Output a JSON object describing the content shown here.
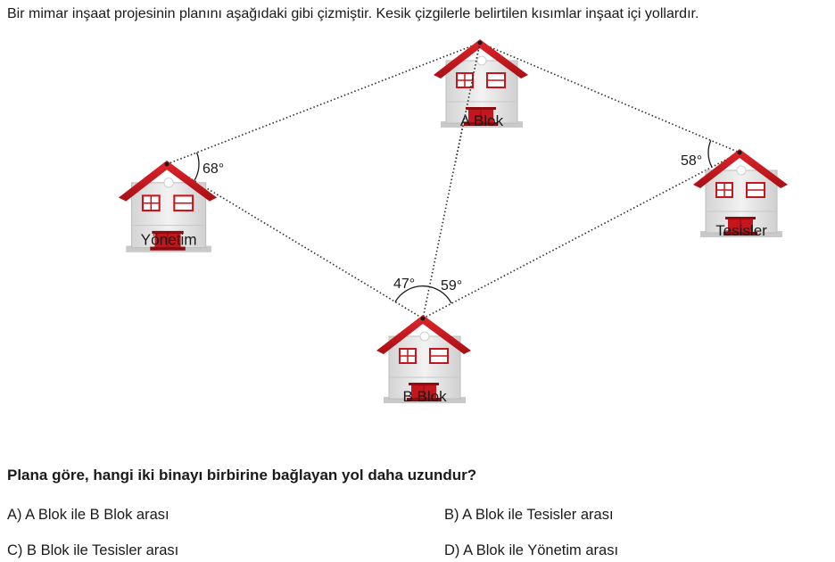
{
  "intro": "Bir mimar inşaat projesinin planını aşağıdaki gibi çizmiştir. Kesik çizgilerle belirtilen kısımlar inşaat içi yollardır.",
  "buildings": {
    "a_blok": "A Blok",
    "yonetim": "Yönetim",
    "tesisler": "Tesisler",
    "b_blok": "B Blok"
  },
  "angles": {
    "yonetim": "68°",
    "tesisler": "58°",
    "b_left": "47°",
    "b_right": "59°"
  },
  "question": "Plana göre, hangi iki binayı birbirine bağlayan yol daha uzundur?",
  "options": {
    "a": "A) A Blok ile B Blok arası",
    "b": "B) A Blok ile Tesisler arası",
    "c": "C) B Blok ile Tesisler arası",
    "d": "D) A Blok ile Yönetim arası"
  },
  "colors": {
    "roof": "#c4161c",
    "wall": "#e6e6e6",
    "door": "#c4161c",
    "window": "#4a7fc4"
  }
}
